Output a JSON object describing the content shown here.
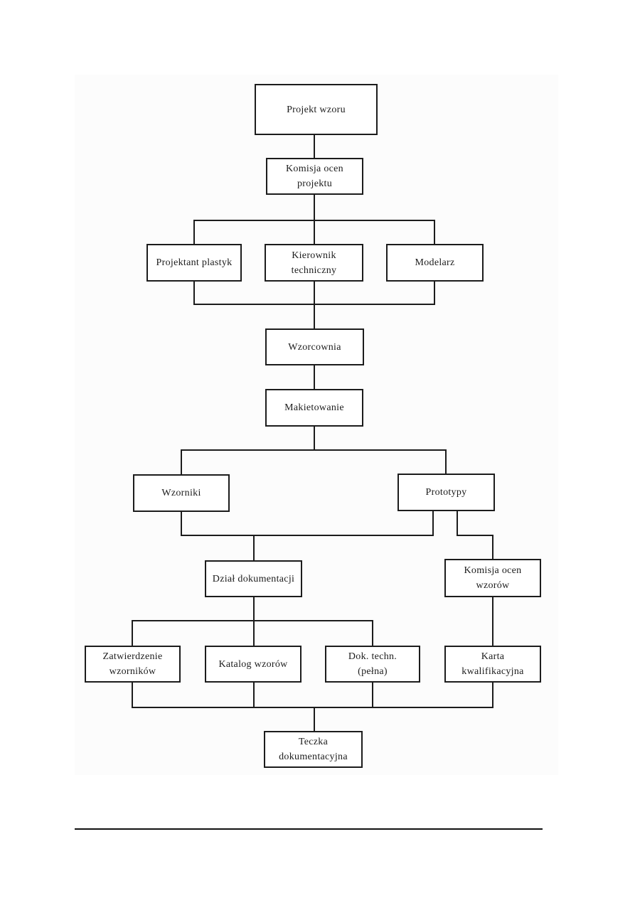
{
  "page": {
    "background_color": "#ffffff",
    "line_color": "#1c1c1c"
  },
  "diagram": {
    "nodes": {
      "projekt_wzoru": {
        "label": "Projekt wzoru"
      },
      "komisja_ocen_projektu": {
        "label": "Komisja ocen\nprojektu"
      },
      "projektant_plastyk": {
        "label": "Projektant plastyk"
      },
      "kierownik_techniczny": {
        "label": "Kierownik\ntechniczny"
      },
      "modelarz": {
        "label": "Modelarz"
      },
      "wzorcownia": {
        "label": "Wzorcownia"
      },
      "makietowanie": {
        "label": "Makietowanie"
      },
      "wzorniki": {
        "label": "Wzorniki"
      },
      "prototypy": {
        "label": "Prototypy"
      },
      "dzial_dokumentacji": {
        "label": "Dział dokumentacji"
      },
      "komisja_ocen_wzorow": {
        "label": "Komisja ocen\nwzorów"
      },
      "zatwierdzenie_wzornikow": {
        "label": "Zatwierdzenie\nwzorników"
      },
      "katalog_wzorow": {
        "label": "Katalog wzorów"
      },
      "dok_techn": {
        "label": "Dok. techn.\n(pełna)"
      },
      "karta_kwalifikacyjna": {
        "label": "Karta\nkwalifikacyjna"
      },
      "teczka_dokumentacyjna": {
        "label": "Teczka\ndokumentacyjna"
      }
    },
    "edges": [
      {
        "from": "Projekt wzoru",
        "to": "Komisja ocen projektu"
      },
      {
        "from": "Komisja ocen projektu",
        "to": "Projektant plastyk"
      },
      {
        "from": "Komisja ocen projektu",
        "to": "Kierownik techniczny"
      },
      {
        "from": "Komisja ocen projektu",
        "to": "Modelarz"
      },
      {
        "from": "Projektant plastyk",
        "to": "Wzorcownia"
      },
      {
        "from": "Kierownik techniczny",
        "to": "Wzorcownia"
      },
      {
        "from": "Modelarz",
        "to": "Wzorcownia"
      },
      {
        "from": "Wzorcownia",
        "to": "Makietowanie"
      },
      {
        "from": "Makietowanie",
        "to": "Wzorniki"
      },
      {
        "from": "Makietowanie",
        "to": "Prototypy"
      },
      {
        "from": "Wzorniki",
        "to": "Dział dokumentacji"
      },
      {
        "from": "Prototypy",
        "to": "Dział dokumentacji"
      },
      {
        "from": "Prototypy",
        "to": "Komisja ocen wzorów"
      },
      {
        "from": "Dział dokumentacji",
        "to": "Zatwierdzenie wzorników"
      },
      {
        "from": "Dział dokumentacji",
        "to": "Katalog wzorów"
      },
      {
        "from": "Dział dokumentacji",
        "to": "Dok. techn. (pełna)"
      },
      {
        "from": "Komisja ocen wzorów",
        "to": "Karta kwalifikacyjna"
      },
      {
        "from": "Zatwierdzenie wzorników",
        "to": "Teczka dokumentacyjna"
      },
      {
        "from": "Katalog wzorów",
        "to": "Teczka dokumentacyjna"
      },
      {
        "from": "Dok. techn. (pełna)",
        "to": "Teczka dokumentacyjna"
      },
      {
        "from": "Karta kwalifikacyjna",
        "to": "Teczka dokumentacyjna"
      }
    ]
  }
}
